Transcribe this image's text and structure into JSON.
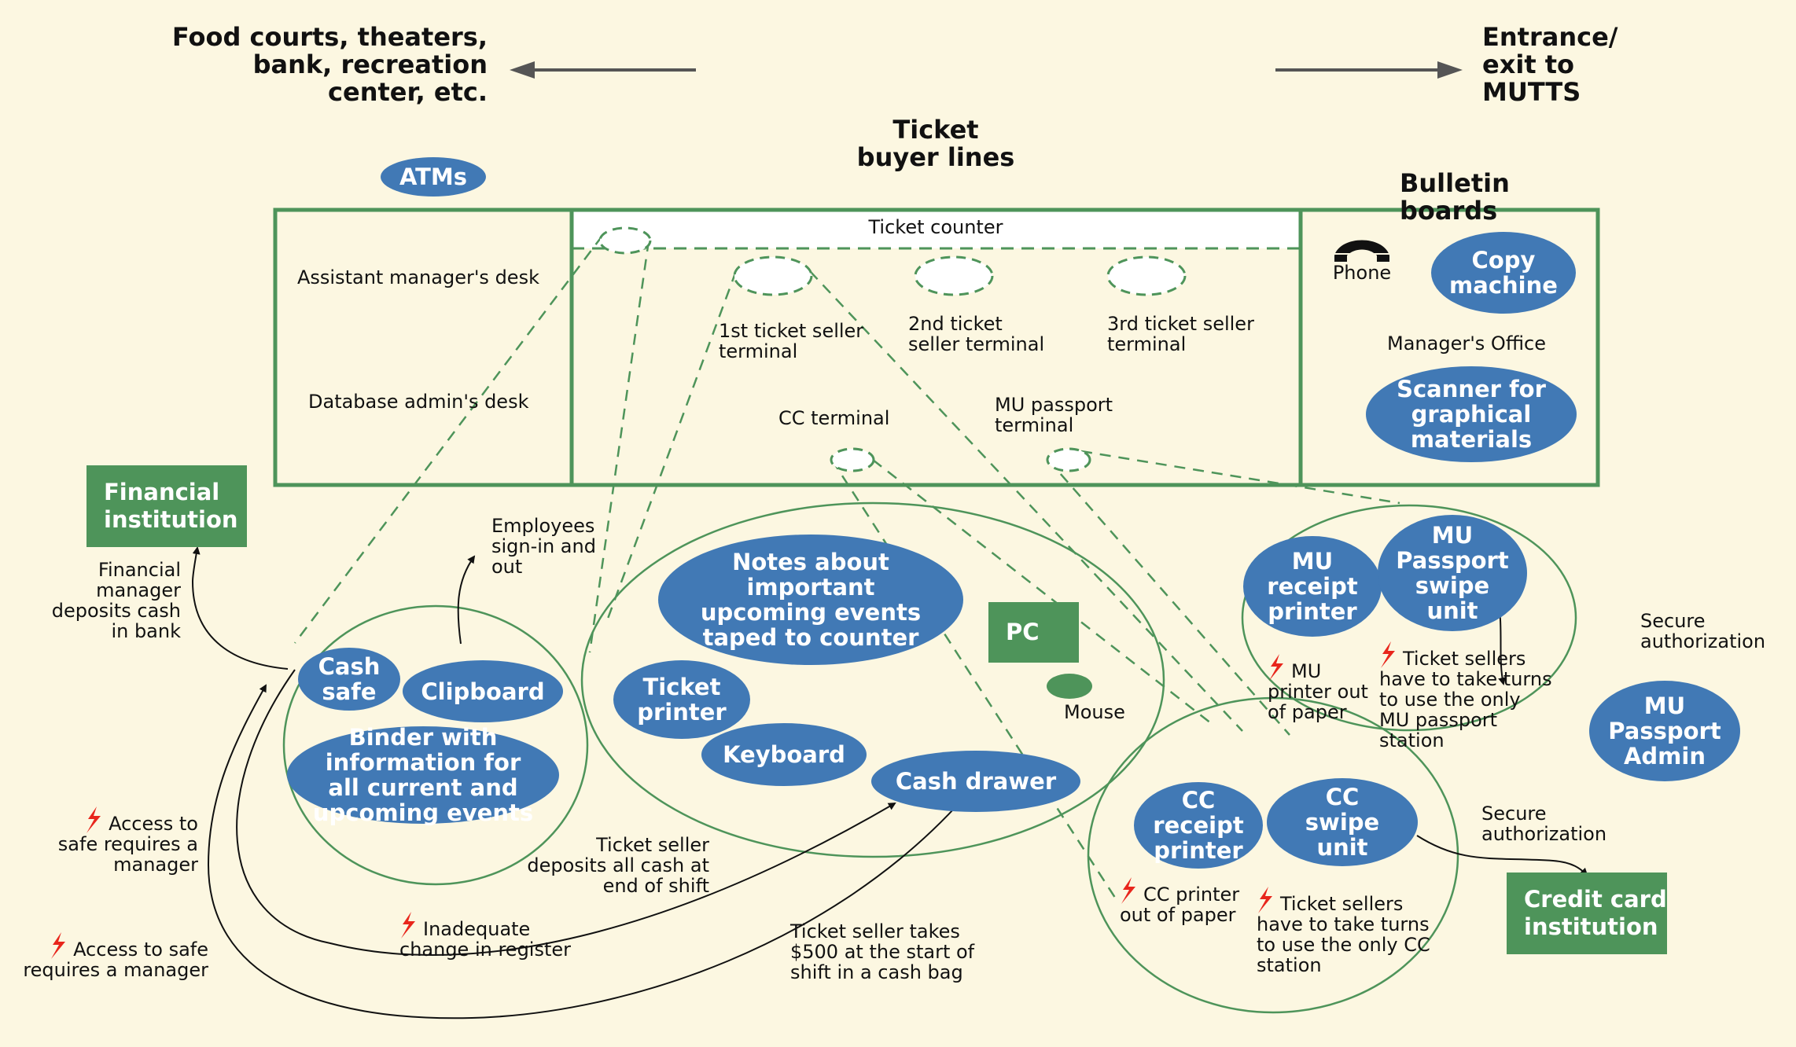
{
  "header": {
    "left_destination": "Food courts, theaters,\nbank, recreation\ncenter, etc.",
    "right_destination": "Entrance/\nexit to\nMUTTS",
    "ticket_buyer_lines": "Ticket\nbuyer lines",
    "bulletin_boards": "Bulletin boards",
    "atms": "ATMs"
  },
  "floorplan": {
    "ticket_counter": "Ticket counter",
    "assistant_manager_desk": "Assistant manager's desk",
    "database_admin_desk": "Database admin's desk",
    "terminals": [
      {
        "label": "1st ticket seller\nterminal"
      },
      {
        "label": "2nd ticket\nseller terminal"
      },
      {
        "label": "3rd ticket seller\nterminal"
      }
    ],
    "cc_terminal": "CC terminal",
    "mu_passport_terminal": "MU passport\nterminal",
    "managers_office": {
      "label": "Manager's Office",
      "phone": "Phone",
      "copy_machine": "Copy\nmachine",
      "scanner": "Scanner for\ngraphical\nmaterials"
    }
  },
  "left_group": {
    "financial_institution": "Financial\ninstitution",
    "financial_manager_note": "Financial\nmanager\ndeposits cash\nin bank",
    "employees_note": "Employees\nsign-in and\nout",
    "cash_safe": "Cash\nsafe",
    "clipboard": "Clipboard",
    "binder": "Binder with\ninformation for\nall current and\nupcoming events",
    "risk_1": "Access to\nsafe requires a\nmanager",
    "risk_2": "Access to safe\nrequires a manager",
    "risk_3": "Inadequate\nchange in register"
  },
  "middle_group": {
    "notes": "Notes about\nimportant\nupcoming events\ntaped to counter",
    "pc": "PC",
    "mouse": "Mouse",
    "ticket_printer": "Ticket\nprinter",
    "keyboard": "Keyboard",
    "cash_drawer": "Cash drawer",
    "deposit_note": "Ticket seller\ndeposits all cash at\nend of shift",
    "takes_note": "Ticket seller takes\n$500 at the start of\nshift in a cash bag"
  },
  "mu_group": {
    "receipt_printer": "MU\nreceipt\nprinter",
    "swipe_unit": "MU\nPassport\nswipe\nunit",
    "risk_printer": "MU\nprinter out\nof paper",
    "risk_turns_first": "Ticket sellers",
    "risk_turns_rest": "have to take turns\nto use the only\nMU passport\nstation",
    "secure_auth": "Secure\nauthorization",
    "admin": "MU\nPassport\nAdmin"
  },
  "cc_group": {
    "receipt_printer": "CC\nreceipt\nprinter",
    "swipe_unit": "CC\nswipe\nunit",
    "risk_printer_first": "CC printer",
    "risk_printer_rest": "out of paper",
    "risk_turns_first": "Ticket sellers",
    "risk_turns_rest": "have to take turns\nto use the only CC\nstation",
    "secure_auth": "Secure\nauthorization",
    "institution": "Credit card\ninstitution"
  },
  "colors": {
    "background": "#fcf7e1",
    "device_blue": "#4179b5",
    "institution_green": "#4e945a",
    "outline_green": "#4e945a",
    "risk_red": "#e8261c"
  }
}
